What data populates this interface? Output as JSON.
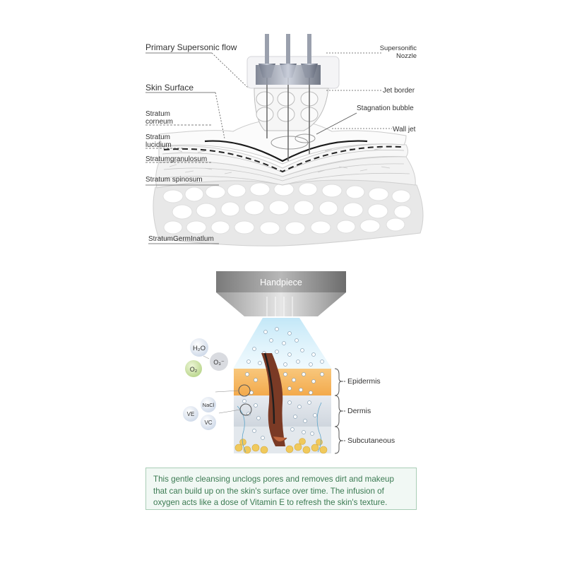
{
  "top_diagram": {
    "labels": {
      "primary_flow": "Primary  Supersonic  flow",
      "skin_surface": "Skin  Surface",
      "stratum_corneum_1": "Stratum",
      "stratum_corneum_2": "corneum",
      "stratum_lucidium_1": "Stratum",
      "stratum_lucidium_2": "lucidium",
      "stratum_granulosum": "Stratumgranulosum",
      "stratum_spinosum": "Stratum spinosum",
      "stratum_germinatlum": "StratumGermInatlum",
      "supersonic_nozzle_1": "Supersonific",
      "supersonic_nozzle_2": "Nozzle",
      "jet_border": "Jet border",
      "stagnation_bubble": "Stagnation bubble",
      "wall_jet": "Wall jet"
    }
  },
  "bottom_diagram": {
    "handpiece": "Handpiece",
    "molecules": {
      "h2o": "H₂O",
      "o3": "O₃⁻",
      "o2": "O₂",
      "nacl": "NaCl",
      "ve": "VE",
      "vc": "VC"
    },
    "layers": {
      "epidermis": "Epidermis",
      "dermis": "Dermis",
      "subcutaneous": "Subcutaneous"
    }
  },
  "caption": "This gentle cleansing unclogs pores and removes dirt and makeup that can build up on the skin's surface over time. The infusion of oxygen acts like a dose of Vitamin E to refresh the skin's texture.",
  "colors": {
    "epidermis": "#f5b45a",
    "dermis": "#dce3ea",
    "fat": "#f3d36c",
    "caption_text": "#3b7a52",
    "caption_border": "#a9cdb6",
    "spray": "#a9dcf3"
  }
}
